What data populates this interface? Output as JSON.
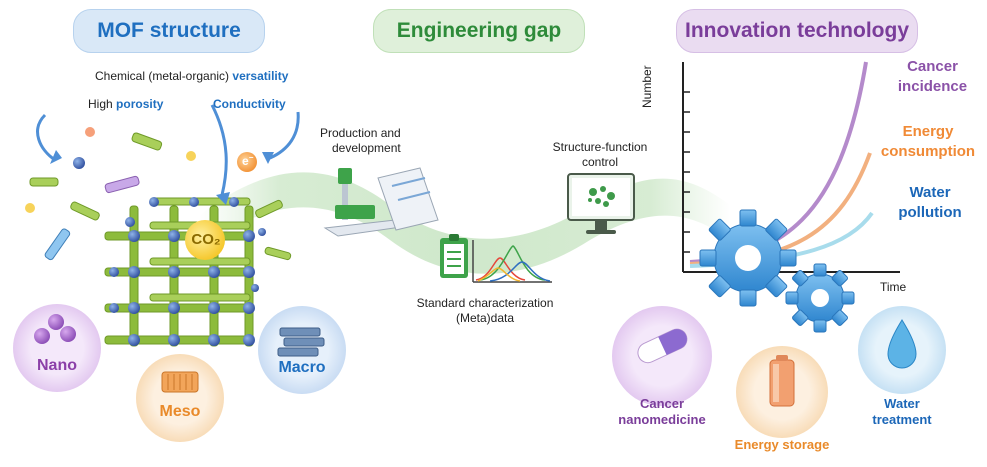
{
  "sections": {
    "mof": "MOF structure",
    "gap": "Engineering gap",
    "innovation": "Innovation technology"
  },
  "mof": {
    "line1_prefix": "Chemical (metal-organic)",
    "line1_key": "versatility",
    "line2_prefix": "High",
    "line2_key": "porosity",
    "conductivity": "Conductivity",
    "electron": "e",
    "electron_sup": "−",
    "co2": "CO₂",
    "nano": "Nano",
    "meso": "Meso",
    "macro": "Macro"
  },
  "gap": {
    "production_1": "Production and",
    "production_2": "development",
    "structure_1": "Structure-function",
    "structure_2": "control",
    "standard": "Standard characterization",
    "metadata": "(Meta)data"
  },
  "chart": {
    "ylabel": "Number",
    "xlabel": "Time",
    "cancer_1": "Cancer",
    "cancer_2": "incidence",
    "energy_1": "Energy",
    "energy_2": "consumption",
    "water_1": "Water",
    "water_2": "pollution"
  },
  "apps": {
    "cancer_1": "Cancer",
    "cancer_2": "nanomedicine",
    "energy": "Energy storage",
    "water_1": "Water",
    "water_2": "treatment"
  },
  "colors": {
    "mof_blue": "#1f6fc0",
    "gap_green": "#2e8b3a",
    "innovation_purple": "#7a3d9a",
    "cancer_purple": "#8b52a8",
    "energy_orange": "#f08a36",
    "water_blue": "#1c67b8",
    "nano_purple": "#8b3fa8",
    "meso_orange": "#e98a2a",
    "macro_blue": "#1f6fc0"
  }
}
